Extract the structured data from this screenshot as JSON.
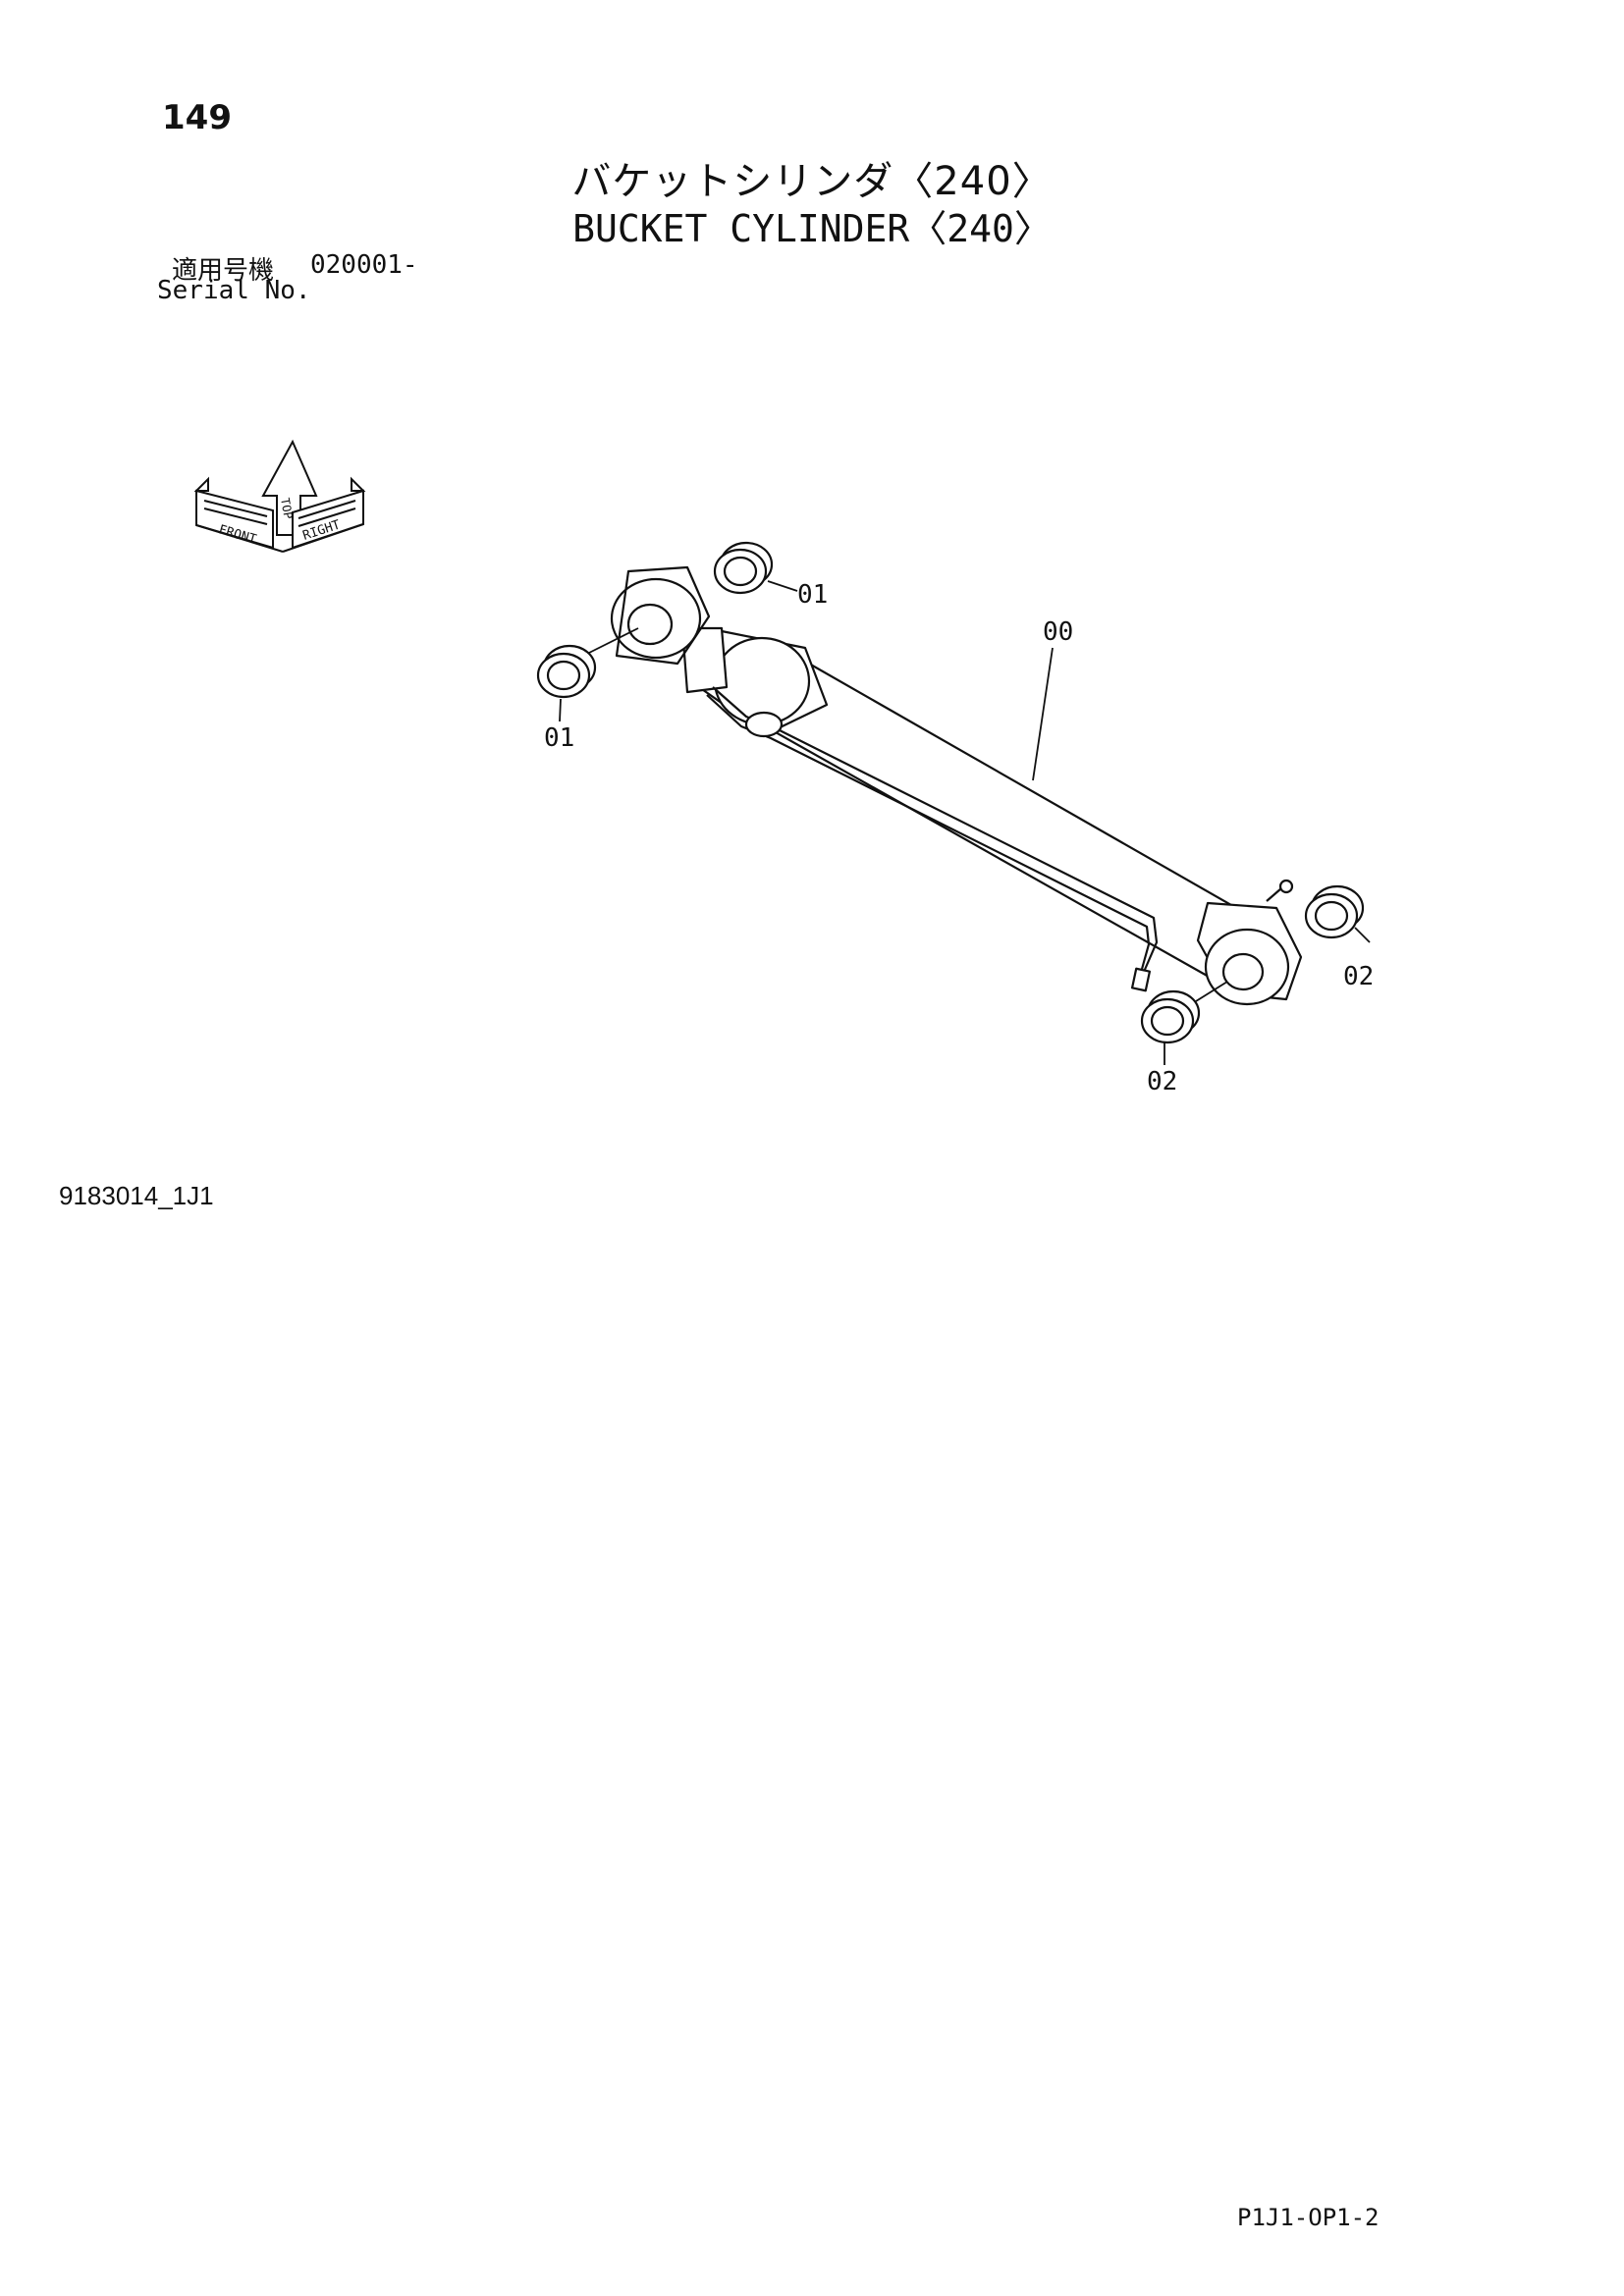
{
  "page_number": "149",
  "title": {
    "ja": "バケットシリンダ〈240〉",
    "en": "BUCKET CYLINDER〈240〉"
  },
  "serial": {
    "label_ja": "適用号機",
    "label_en": "Serial No.",
    "value": "020001-"
  },
  "orientation_icon": {
    "labels": [
      "FRONT",
      "TOP",
      "RIGHT"
    ]
  },
  "callouts": [
    {
      "id": "part-00",
      "text": "00"
    },
    {
      "id": "part-01-upper",
      "text": "01"
    },
    {
      "id": "part-01-lower",
      "text": "01"
    },
    {
      "id": "part-02-right",
      "text": "02"
    },
    {
      "id": "part-02-lower",
      "text": "02"
    }
  ],
  "drawing_code": "9183014_1J1",
  "sheet_code": "P1J1-OP1-2"
}
